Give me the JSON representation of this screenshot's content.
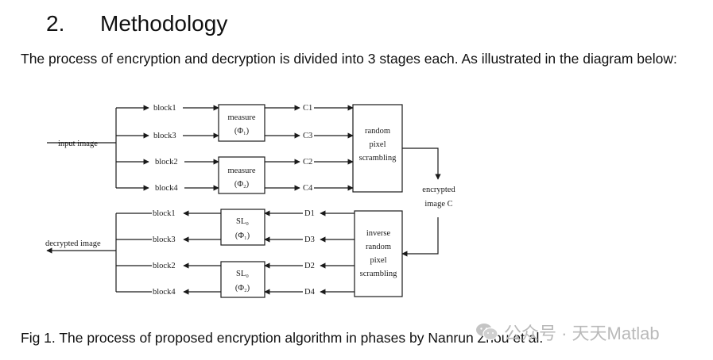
{
  "section": {
    "number": "2.",
    "title": "Methodology"
  },
  "intro_text": "The process of encryption and decryption is divided into 3 stages each. As illustrated in the diagram below:",
  "diagram": {
    "labels": {
      "input_image": "input image",
      "decrypted_image": "decrypted image",
      "encrypted_image_line1": "encrypted",
      "encrypted_image_line2": "image C",
      "enc_blocks": [
        "block1",
        "block3",
        "block2",
        "block4"
      ],
      "dec_blocks": [
        "block1",
        "block3",
        "block2",
        "block4"
      ],
      "measure_title": "measure",
      "measure_params": [
        "(Φ₁)",
        "(Φ₂)"
      ],
      "sl_title": "SL₀",
      "sl_params": [
        "(Φ₁)",
        "(Φ₂)"
      ],
      "c_outputs": [
        "C1",
        "C3",
        "C2",
        "C4"
      ],
      "d_inputs": [
        "D1",
        "D3",
        "D2",
        "D4"
      ],
      "random_scrambling": [
        "random",
        "pixel",
        "scrambling"
      ],
      "inverse_scrambling": [
        "inverse",
        "random",
        "pixel",
        "scrambling"
      ]
    }
  },
  "caption": "Fig 1. The process of proposed encryption algorithm in phases by Nanrun Zhou et al.",
  "watermark": {
    "text": "公众号 · 天天Matlab",
    "icon": "wechat-icon"
  }
}
